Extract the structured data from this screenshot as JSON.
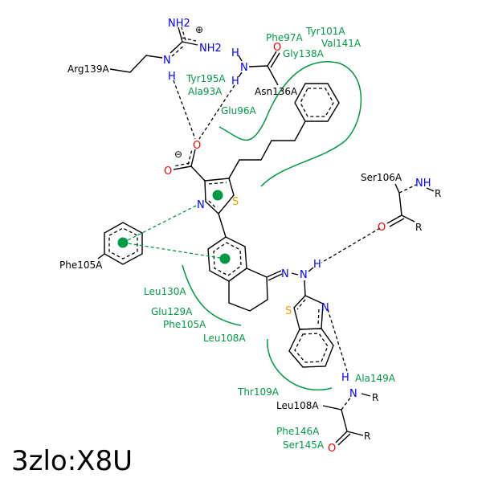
{
  "title": "3zlo:X8U",
  "colors": {
    "hydrophobic": "#009a44",
    "nitrogen": "#0000ff",
    "oxygen": "#ff0000",
    "sulfur": "#e8a000"
  },
  "residues": {
    "arg139": "Arg139A",
    "asn136": "Asn136A",
    "ser106": "Ser106A",
    "phe105": "Phe105A",
    "leu108": "Leu108A"
  },
  "hydrophobic_contacts": {
    "phe97": "Phe97A",
    "tyr101": "Tyr101A",
    "val141": "Val141A",
    "gly138": "Gly138A",
    "tyr195": "Tyr195A",
    "ala93": "Ala93A",
    "glu96": "Glu96A",
    "leu130": "Leu130A",
    "glu129": "Glu129A",
    "phe105": "Phe105A",
    "leu108": "Leu108A",
    "thr109": "Thr109A",
    "ala149": "Ala149A",
    "phe146": "Phe146A",
    "ser145": "Ser145A"
  },
  "atoms": {
    "N": "N",
    "H": "H",
    "O": "O",
    "S": "S",
    "NH": "NH",
    "NH2": "NH2",
    "R": "R",
    "plus": "⊕",
    "minus": "⊖"
  }
}
